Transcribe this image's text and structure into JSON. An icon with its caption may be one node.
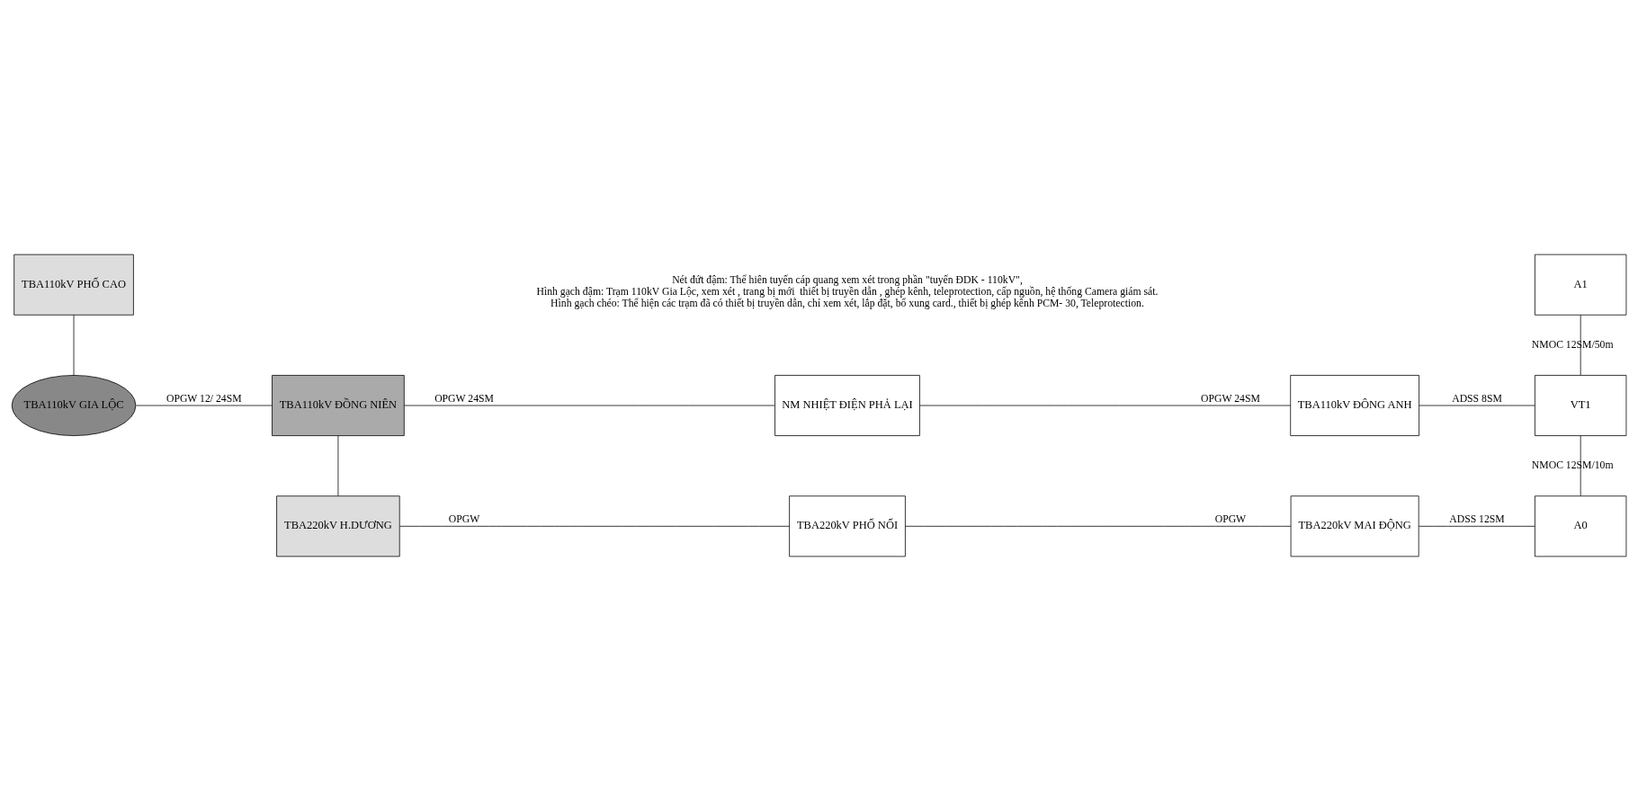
{
  "diagram": {
    "nodes": [
      {
        "text": [
          "TBA110kV PHỐ CAO"
        ]
      },
      {
        "text": [
          "TBA110kV GIA LỘC"
        ]
      },
      {
        "text": [
          "TBA110kV ĐỒNG NIÊN"
        ]
      },
      {
        "text": [
          "NM NHIỆT ĐIỆN PHẢ LẠI"
        ]
      },
      {
        "text": [
          "TBA110kV ĐÔNG ANH"
        ]
      },
      {
        "text": [
          "VT1"
        ]
      },
      {
        "text": [
          "A1"
        ]
      },
      {
        "text": [
          "TBA220kV H.DƯƠNG"
        ]
      },
      {
        "text": [
          "TBA220kV PHỐ NỐI"
        ]
      },
      {
        "text": [
          "TBA220kV MAI ĐỘNG"
        ]
      },
      {
        "text": [
          "A0"
        ]
      }
    ],
    "edges": [
      {
        "from": 0,
        "to": 1,
        "arrow": "none"
      },
      {
        "from": 1,
        "to": 2,
        "arrow": "none",
        "label": "OPGW 12/ 24SM"
      },
      {
        "from": 2,
        "to": 3,
        "arrow": "none",
        "label": "OPGW 24SM"
      },
      {
        "from": 3,
        "to": 4,
        "arrow": "none",
        "label": "OPGW 24SM"
      },
      {
        "from": 4,
        "to": 5,
        "arrow": "none",
        "label": "ADSS 8SM"
      },
      {
        "from": 6,
        "to": 5,
        "arrow": "none",
        "label": "NMOC 12SM/50m"
      },
      {
        "from": 5,
        "to": 10,
        "arrow": "none",
        "label": "NMOC 12SM/10m"
      },
      {
        "from": 2,
        "to": 7,
        "arrow": "none"
      },
      {
        "from": 7,
        "to": 8,
        "arrow": "none",
        "label": "OPGW"
      },
      {
        "from": 8,
        "to": 9,
        "arrow": "none",
        "label": "OPGW"
      },
      {
        "from": 9,
        "to": 10,
        "arrow": "none",
        "label": "ADSS 12SM"
      }
    ],
    "labels": [
      "Nét đứt đậm: Thể hiên tuyến cáp quang xem xét trong phần \"tuyến ĐDK - 110kV\",",
      "Hình gạch đậm: Trạm 110kV Gia Lộc, xem xét , trang bị mới  thiết bị truyền dẫn , ghép kênh, teleprotection, cấp nguồn, hệ thống Camera giám sát.",
      "Hình gạch chéo: Thể hiện các trạm đã có thiết bị truyền dẫn, chỉ xem xét, lắp đặt, bổ xung card., thiết bị ghép kênh PCM- 30, Teleprotection."
    ]
  }
}
